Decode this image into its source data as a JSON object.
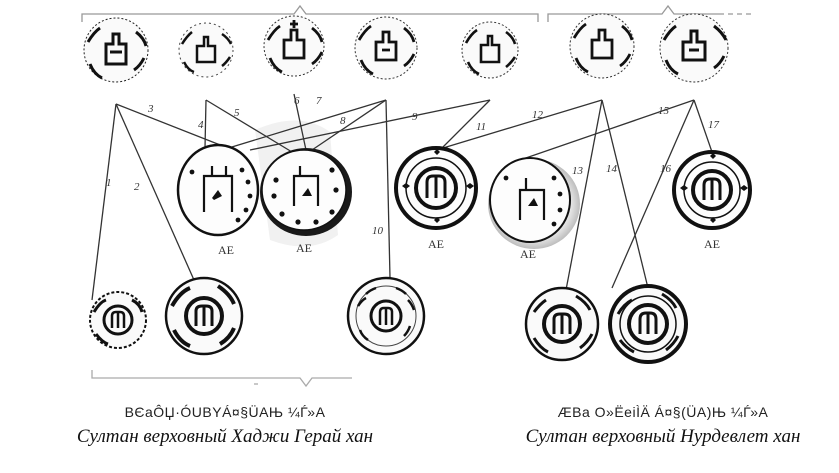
{
  "diagram": {
    "line_labels": [
      "1",
      "2",
      "3",
      "4",
      "5",
      "6",
      "7",
      "8",
      "9",
      "10",
      "11",
      "12",
      "13",
      "14",
      "15",
      "16",
      "17"
    ],
    "metal_label": "AE"
  },
  "captions": {
    "left": {
      "garbled": "ВЄаÔЏ·ÓUBYÁ¤§ÜАЊ ¼Ѓ»А",
      "russian": "Султан верховный Хаджи Герай хан"
    },
    "right": {
      "garbled": "ÆBa O»ËeiÌÄ Á¤§(ÜА)Њ ¼Ѓ»А",
      "russian": "Султан верховный Нурдевлет хан"
    }
  }
}
